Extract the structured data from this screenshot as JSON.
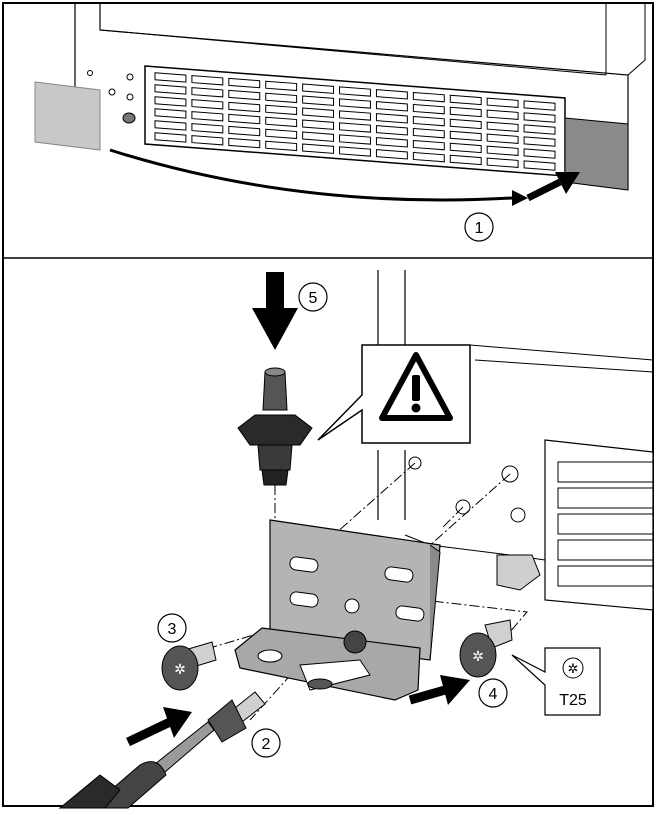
{
  "steps": {
    "s1": "1",
    "s2": "2",
    "s3": "3",
    "s4": "4",
    "s5": "5"
  },
  "tool": {
    "bit": "T25",
    "icon": "torx-star-icon"
  },
  "icons": {
    "warning": "warning-triangle-icon"
  },
  "colors": {
    "line": "#000000",
    "panel_light": "#c8c8c8",
    "panel_dark": "#8a8a8a",
    "metal": "#b4b4b4",
    "pin": "#3a3a3a"
  }
}
